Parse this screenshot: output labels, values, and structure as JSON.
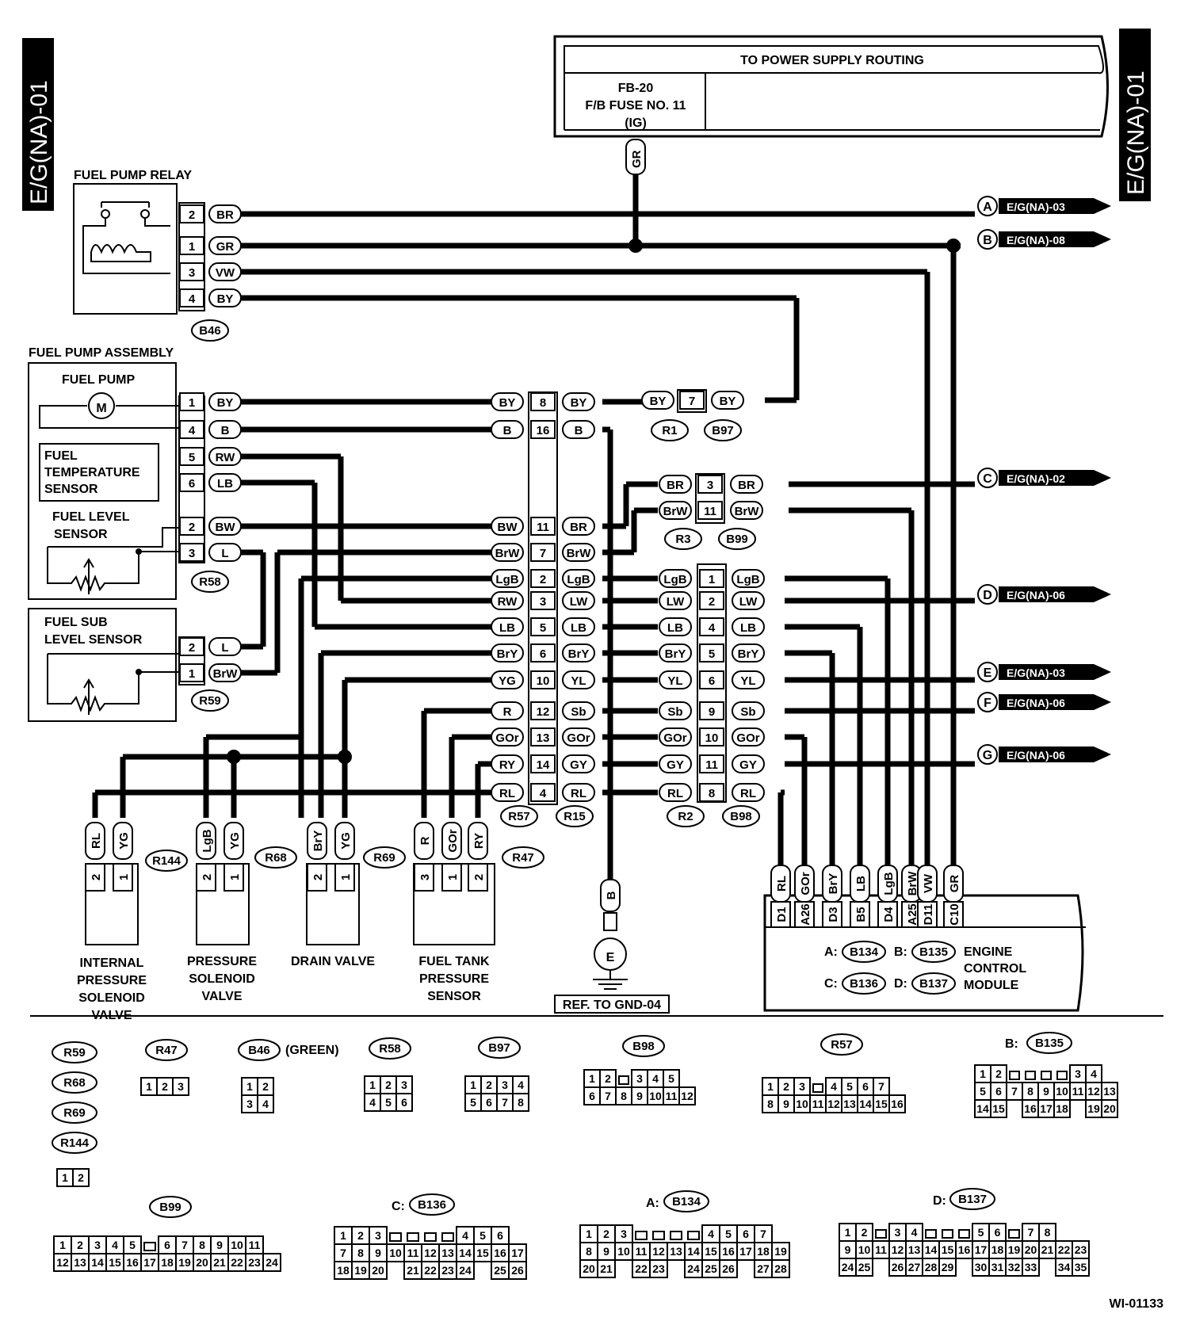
{
  "side_tabs": {
    "left": "E/G(NA)-01",
    "right": "E/G(NA)-01"
  },
  "power": {
    "title": "TO POWER SUPPLY ROUTING",
    "fuse_l1": "FB-20",
    "fuse_l2": "F/B FUSE NO. 11",
    "fuse_l3": "(IG)",
    "wire": "GR"
  },
  "relay": {
    "title": "FUEL PUMP RELAY",
    "connector": "B46",
    "rows": [
      {
        "pin": "2",
        "w": "BR"
      },
      {
        "pin": "1",
        "w": "GR"
      },
      {
        "pin": "3",
        "w": "VW"
      },
      {
        "pin": "4",
        "w": "BY"
      }
    ]
  },
  "refs": {
    "A": {
      "letter": "A",
      "text": "E/G(NA)-03"
    },
    "B": {
      "letter": "B",
      "text": "E/G(NA)-08"
    },
    "C": {
      "letter": "C",
      "text": "E/G(NA)-02"
    },
    "D": {
      "letter": "D",
      "text": "E/G(NA)-06"
    },
    "E": {
      "letter": "E",
      "text": "E/G(NA)-03"
    },
    "F": {
      "letter": "F",
      "text": "E/G(NA)-06"
    },
    "G": {
      "letter": "G",
      "text": "E/G(NA)-06"
    }
  },
  "assembly": {
    "title": "FUEL PUMP ASSEMBLY",
    "pump": "FUEL PUMP",
    "motor": "M",
    "temp_l1": "FUEL",
    "temp_l2": "TEMPERATURE",
    "temp_l3": "SENSOR",
    "level_l1": "FUEL LEVEL",
    "level_l2": "SENSOR",
    "connector": "R58",
    "rows": [
      {
        "pin": "1",
        "w": "BY"
      },
      {
        "pin": "4",
        "w": "B"
      },
      {
        "pin": "5",
        "w": "RW"
      },
      {
        "pin": "6",
        "w": "LB"
      },
      {
        "pin": "2",
        "w": "BW"
      },
      {
        "pin": "3",
        "w": "L"
      }
    ]
  },
  "sub_sensor": {
    "l1": "FUEL SUB",
    "l2": "LEVEL SENSOR",
    "connector": "R59",
    "rows": [
      {
        "pin": "2",
        "w": "L"
      },
      {
        "pin": "1",
        "w": "BrW"
      }
    ]
  },
  "r1b97": {
    "wl": "BY",
    "pin": "7",
    "wr": "BY",
    "c1": "R1",
    "c2": "B97"
  },
  "r3b99": {
    "c1": "R3",
    "c2": "B99",
    "rows": [
      {
        "wl": "BR",
        "pin": "3",
        "wr": "BR"
      },
      {
        "wl": "BrW",
        "pin": "11",
        "wr": "BrW"
      }
    ]
  },
  "r57r15": {
    "c1": "R57",
    "c2": "R15",
    "rows": [
      {
        "wl": "BY",
        "pin": "8",
        "wr": "BY"
      },
      {
        "wl": "B",
        "pin": "16",
        "wr": "B"
      },
      {
        "wl": "BW",
        "pin": "11",
        "wr": "BR"
      },
      {
        "wl": "BrW",
        "pin": "7",
        "wr": "BrW"
      },
      {
        "wl": "LgB",
        "pin": "2",
        "wr": "LgB"
      },
      {
        "wl": "RW",
        "pin": "3",
        "wr": "LW"
      },
      {
        "wl": "LB",
        "pin": "5",
        "wr": "LB"
      },
      {
        "wl": "BrY",
        "pin": "6",
        "wr": "BrY"
      },
      {
        "wl": "YG",
        "pin": "10",
        "wr": "YL"
      },
      {
        "wl": "R",
        "pin": "12",
        "wr": "Sb"
      },
      {
        "wl": "GOr",
        "pin": "13",
        "wr": "GOr"
      },
      {
        "wl": "RY",
        "pin": "14",
        "wr": "GY"
      },
      {
        "wl": "RL",
        "pin": "4",
        "wr": "RL"
      }
    ]
  },
  "r2b98": {
    "c1": "R2",
    "c2": "B98",
    "rows": [
      {
        "wl": "LgB",
        "pin": "1",
        "wr": "LgB"
      },
      {
        "wl": "LW",
        "pin": "2",
        "wr": "LW"
      },
      {
        "wl": "LB",
        "pin": "4",
        "wr": "LB"
      },
      {
        "wl": "BrY",
        "pin": "5",
        "wr": "BrY"
      },
      {
        "wl": "YL",
        "pin": "6",
        "wr": "YL"
      },
      {
        "wl": "Sb",
        "pin": "9",
        "wr": "Sb"
      },
      {
        "wl": "GOr",
        "pin": "10",
        "wr": "GOr"
      },
      {
        "wl": "GY",
        "pin": "11",
        "wr": "GY"
      },
      {
        "wl": "RL",
        "pin": "8",
        "wr": "RL"
      }
    ]
  },
  "valves": [
    {
      "conn": "R144",
      "wires": [
        "RL",
        "YG"
      ],
      "pins": [
        "2",
        "1"
      ],
      "n1": "INTERNAL",
      "n2": "PRESSURE",
      "n3": "SOLENOID",
      "n4": "VALVE"
    },
    {
      "conn": "R68",
      "wires": [
        "LgB",
        "YG"
      ],
      "pins": [
        "2",
        "1"
      ],
      "n1": "PRESSURE",
      "n2": "SOLENOID",
      "n3": "VALVE",
      "n4": ""
    },
    {
      "conn": "R69",
      "wires": [
        "BrY",
        "YG"
      ],
      "pins": [
        "2",
        "1"
      ],
      "n1": "DRAIN VALVE",
      "n2": "",
      "n3": "",
      "n4": ""
    },
    {
      "conn": "R47",
      "wires": [
        "R",
        "GOr",
        "RY"
      ],
      "pins": [
        "3",
        "1",
        "2"
      ],
      "n1": "FUEL TANK",
      "n2": "PRESSURE",
      "n3": "SENSOR",
      "n4": ""
    }
  ],
  "ground": {
    "wire": "B",
    "letter": "E",
    "ref": "REF. TO GND-04"
  },
  "ecm": {
    "wires": [
      "RL",
      "GOr",
      "BrY",
      "LB",
      "LgB",
      "BrW",
      "VW",
      "GR"
    ],
    "pins": [
      "D1",
      "A26",
      "D3",
      "B5",
      "D4",
      "A25",
      "D11",
      "C10"
    ],
    "a_label": "A:",
    "a_conn": "B134",
    "b_label": "B:",
    "b_conn": "B135",
    "c_label": "C:",
    "c_conn": "B136",
    "d_label": "D:",
    "d_conn": "B137",
    "n1": "ENGINE",
    "n2": "CONTROL",
    "n3": "MODULE"
  },
  "legend": {
    "stack": [
      "R59",
      "R68",
      "R69",
      "R144"
    ],
    "r47": "R47",
    "b46": "B46",
    "green": "(GREEN)",
    "r58": "R58",
    "b97": "B97",
    "b98": "B98",
    "r57": "R57",
    "b135": "B135",
    "b135_prefix": "B:",
    "b99": "B99",
    "b136": "B136",
    "b136_prefix": "C:",
    "b134": "B134",
    "b134_prefix": "A:",
    "b137": "B137",
    "b137_prefix": "D:",
    "grid_small": [
      [
        "1",
        "2"
      ]
    ],
    "grid_r47": [
      [
        "1",
        "2",
        "3"
      ]
    ],
    "grid_b46": [
      [
        "1",
        "2"
      ],
      [
        "3",
        "4"
      ]
    ],
    "grid_r58": [
      [
        "1",
        "2",
        "3"
      ],
      [
        "4",
        "5",
        "6"
      ]
    ],
    "grid_b97": [
      [
        "1",
        "2",
        "3",
        "4"
      ],
      [
        "5",
        "6",
        "7",
        "8"
      ]
    ],
    "grid_b98": [
      [
        "1",
        "2",
        "",
        "3",
        "4",
        "5"
      ],
      [
        "6",
        "7",
        "8",
        "9",
        "10",
        "11",
        "12"
      ]
    ],
    "grid_r57": [
      [
        "1",
        "2",
        "3",
        "",
        "4",
        "5",
        "6",
        "7"
      ],
      [
        "8",
        "9",
        "10",
        "11",
        "12",
        "13",
        "14",
        "15",
        "16"
      ]
    ],
    "grid_b135": [
      [
        "1",
        "2",
        "",
        "",
        "",
        "",
        "3",
        "4"
      ],
      [
        "5",
        "6",
        "7",
        "8",
        "9",
        "10",
        "11",
        "12",
        "13"
      ],
      [
        "14",
        "15",
        "",
        "16",
        "17",
        "18",
        "",
        "19",
        "20"
      ]
    ],
    "grid_b99": [
      [
        "1",
        "2",
        "3",
        "4",
        "5",
        "",
        "6",
        "7",
        "8",
        "9",
        "10",
        "11"
      ],
      [
        "12",
        "13",
        "14",
        "15",
        "16",
        "17",
        "18",
        "19",
        "20",
        "21",
        "22",
        "23",
        "24"
      ]
    ],
    "grid_b136": [
      [
        "1",
        "2",
        "3",
        "",
        "",
        "",
        "",
        "4",
        "5",
        "6"
      ],
      [
        "7",
        "8",
        "9",
        "10",
        "11",
        "12",
        "13",
        "14",
        "15",
        "16",
        "17"
      ],
      [
        "18",
        "19",
        "20",
        "",
        "21",
        "22",
        "23",
        "24",
        "",
        "25",
        "26"
      ]
    ],
    "grid_b134": [
      [
        "1",
        "2",
        "3",
        "",
        "",
        "",
        "",
        "4",
        "5",
        "6",
        "7"
      ],
      [
        "8",
        "9",
        "10",
        "11",
        "12",
        "13",
        "14",
        "15",
        "16",
        "17",
        "18",
        "19"
      ],
      [
        "20",
        "21",
        "",
        "22",
        "23",
        "",
        "24",
        "25",
        "26",
        "",
        "27",
        "28"
      ]
    ],
    "grid_b137": [
      [
        "1",
        "2",
        "",
        "3",
        "4",
        "",
        "",
        "",
        "5",
        "6",
        "",
        "7",
        "8"
      ],
      [
        "9",
        "10",
        "11",
        "12",
        "13",
        "14",
        "15",
        "16",
        "17",
        "18",
        "19",
        "20",
        "21",
        "22",
        "23"
      ],
      [
        "24",
        "25",
        "",
        "26",
        "27",
        "28",
        "29",
        "",
        "30",
        "31",
        "32",
        "33",
        "",
        "34",
        "35"
      ]
    ]
  },
  "figure_id": "WI-01133"
}
